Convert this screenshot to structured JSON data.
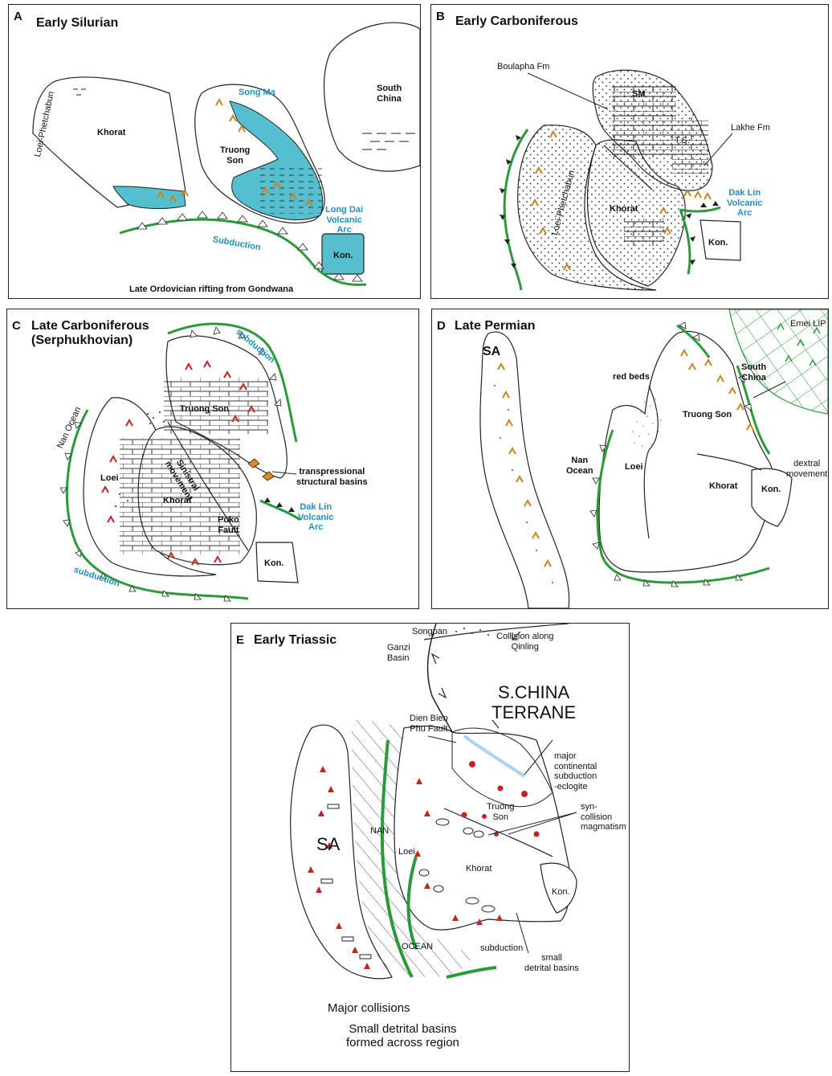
{
  "colors": {
    "sea": "#55bfd0",
    "suture": "#2a9a3a",
    "volcano": "#c8841c",
    "volcano_red": "#cc1f1f",
    "blue_text": "#1f8fbf",
    "eclogite": "#a8d4ee"
  },
  "panelA": {
    "letter": "A",
    "title": "Early Silurian",
    "loei": "Loei-Phetchabun",
    "khorat": "Khorat",
    "song_ma": "Song Ma",
    "truong_son": "Truong\nSon",
    "south_china": "South\nChina",
    "long_dai": "Long Dai\nVolcanic\nArc",
    "subduction": "Subduction",
    "kon": "Kon.",
    "caption": "Late Ordovician rifting from Gondwana"
  },
  "panelB": {
    "letter": "B",
    "title": "Early Carboniferous",
    "boulapha": "Boulapha Fm",
    "sm": "SM",
    "ts": "T.S.",
    "lakhe": "Lakhe Fm",
    "loei": "Loei-Phetchabun",
    "khorat": "Khorat",
    "dak_lin": "Dak Lin\nVolcanic\nArc",
    "kon": "Kon."
  },
  "panelC": {
    "letter": "C",
    "title": "Late Carboniferous\n(Serphukhovian)",
    "subduction_top": "subduction",
    "truong_son": "Truong Son",
    "nan_ocean": "Nan Ocean",
    "sinistral": "Sinistral\nmovement",
    "transpressional": "transpressional\nstructural basins",
    "loei": "Loei",
    "khorat": "Khorat",
    "poko": "Poko\nFault",
    "dak_lin": "Dak Lin\nVolcanic\nArc",
    "kon": "Kon.",
    "subduction_bottom": "subduction"
  },
  "panelD": {
    "letter": "D",
    "title": "Late Permian",
    "sa": "SA",
    "emei": "Emei LIP",
    "red_beds": "red beds",
    "south_china": "South\nChina",
    "truong_son": "Truong Son",
    "nan_ocean": "Nan\nOcean",
    "loei": "Loei",
    "khorat": "Khorat",
    "dextral": "dextral\nmovement",
    "kon": "Kon."
  },
  "panelE": {
    "letter": "E",
    "title": "Early Triassic",
    "songpan": "Songpan",
    "ganzi": "Ganzi\nBasin",
    "collision": "Collision along\nQinling",
    "sctitle": "S.CHINA\nTERRANE",
    "dien_bien": "Dien Bien\nPhu Fault",
    "major_cont": "major\ncontinental\nsubduction\n-eclogite",
    "truong_son": "Truong\nSon",
    "syn": "syn-\ncollision\nmagmatism",
    "nan": "NAN",
    "sa": "SA",
    "loei": "Loei",
    "khorat": "Khorat",
    "kon": "Kon.",
    "ocean": "OCEAN",
    "subduction": "subduction",
    "small_detrital": "small\ndetrital basins",
    "major_collisions": "Major collisions",
    "small_basins": "Small detrital basins\nformed across region"
  }
}
